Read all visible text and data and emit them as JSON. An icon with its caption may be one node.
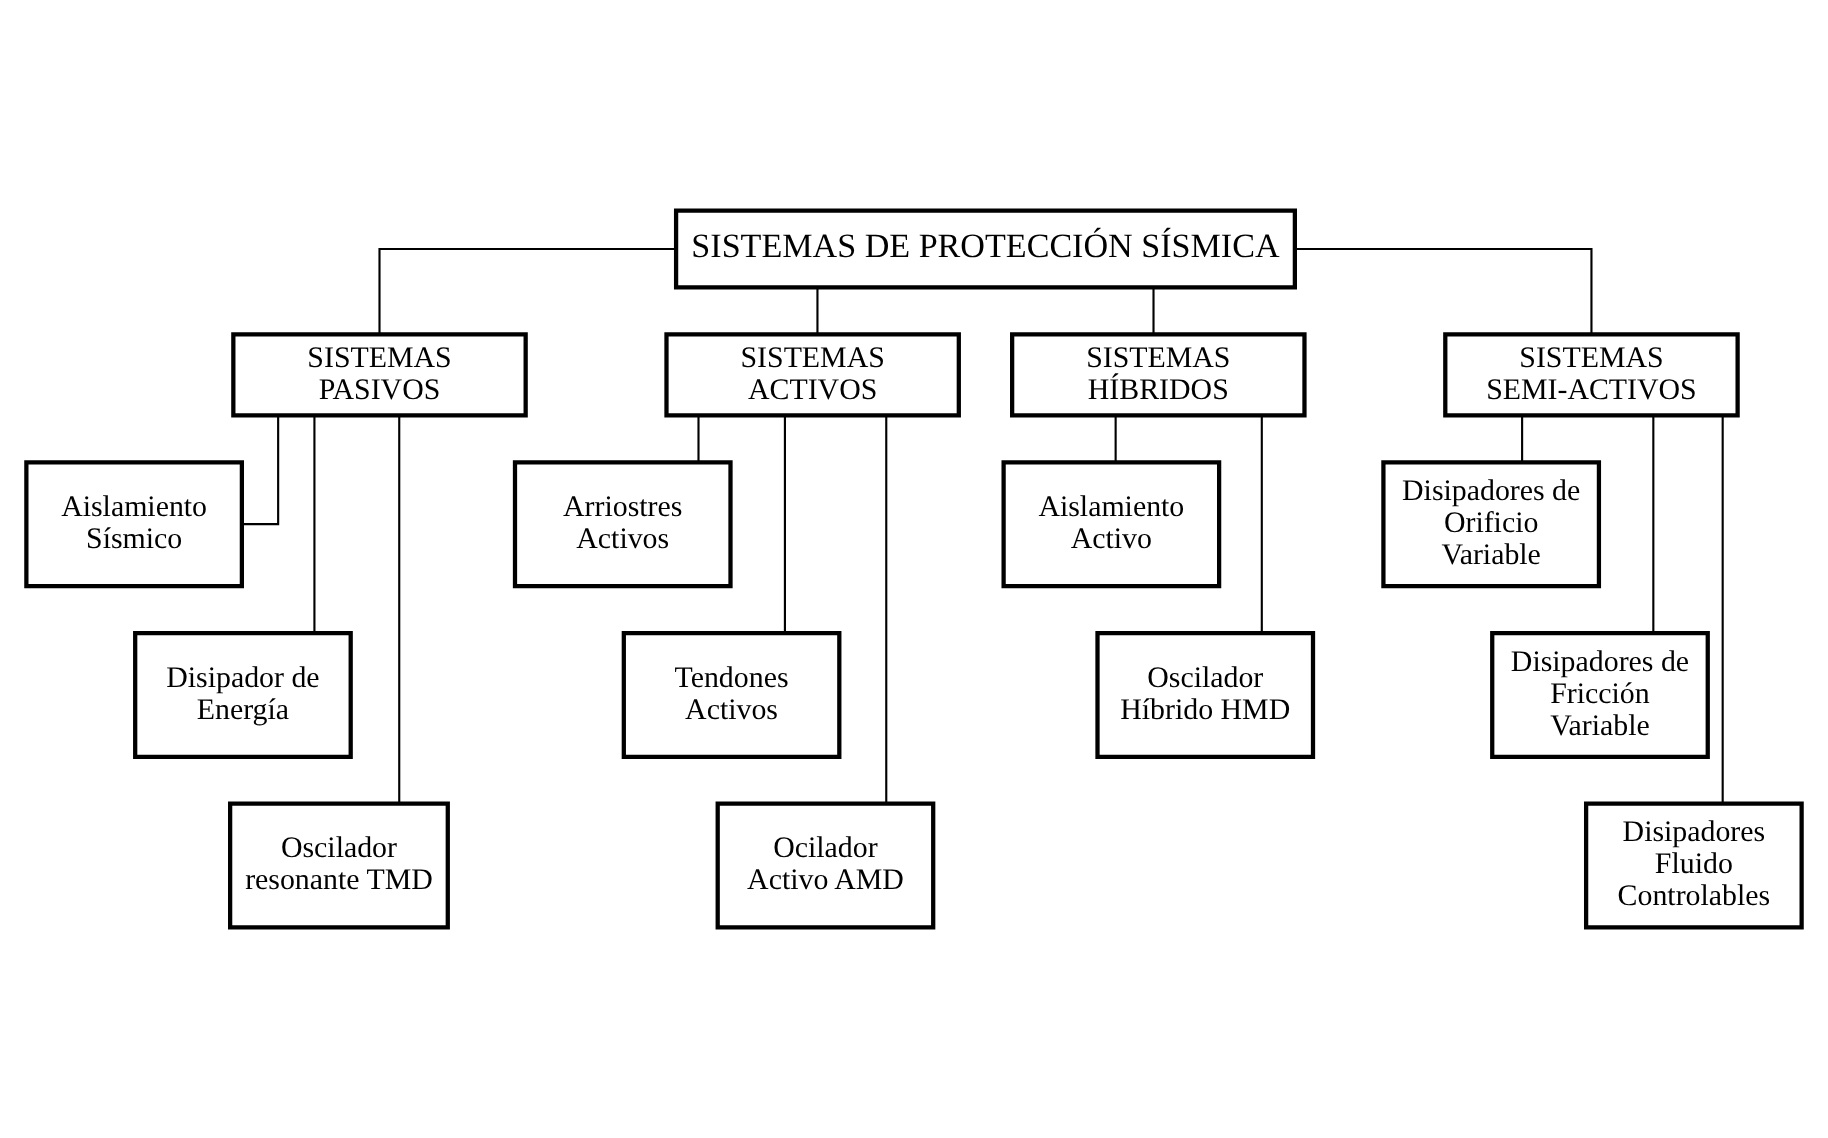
{
  "diagram": {
    "nodes": [
      {
        "text": [
          "SISTEMAS DE PROTECCIÓN SÍSMICA"
        ]
      },
      {
        "text": [
          "SISTEMAS PASIVOS"
        ]
      },
      {
        "text": [
          "SISTEMAS ACTIVOS"
        ]
      },
      {
        "text": [
          "SISTEMAS HÍBRIDOS"
        ]
      },
      {
        "text": [
          "SISTEMAS SEMI-ACTIVOS"
        ]
      },
      {
        "text": [
          "Aislamiento Sísmico"
        ]
      },
      {
        "text": [
          "Disipador de Energía"
        ]
      },
      {
        "text": [
          "Oscilador resonante TMD"
        ]
      },
      {
        "text": [
          "Arriostres Activos"
        ]
      },
      {
        "text": [
          "Tendones Activos"
        ]
      },
      {
        "text": [
          "Ocilador Activo AMD"
        ]
      },
      {
        "text": [
          "Aislamiento Activo"
        ]
      },
      {
        "text": [
          "Oscilador Híbrido HMD"
        ]
      },
      {
        "text": [
          "Disipadores de Orificio Variable"
        ]
      },
      {
        "text": [
          "Disipadores de Fricción Variable"
        ]
      },
      {
        "text": [
          "Disipadores Fluido Controlables"
        ]
      }
    ],
    "edges": [
      {
        "from": 0,
        "to": 1,
        "arrow": "none"
      },
      {
        "from": 0,
        "to": 2,
        "arrow": "none"
      },
      {
        "from": 0,
        "to": 3,
        "arrow": "none"
      },
      {
        "from": 0,
        "to": 4,
        "arrow": "none"
      },
      {
        "from": 1,
        "to": 5,
        "arrow": "none"
      },
      {
        "from": 1,
        "to": 6,
        "arrow": "none"
      },
      {
        "from": 1,
        "to": 7,
        "arrow": "none"
      },
      {
        "from": 2,
        "to": 8,
        "arrow": "none"
      },
      {
        "from": 2,
        "to": 9,
        "arrow": "none"
      },
      {
        "from": 2,
        "to": 10,
        "arrow": "none"
      },
      {
        "from": 3,
        "to": 11,
        "arrow": "none"
      },
      {
        "from": 3,
        "to": 12,
        "arrow": "none"
      },
      {
        "from": 4,
        "to": 13,
        "arrow": "none"
      },
      {
        "from": 4,
        "to": 14,
        "arrow": "none"
      },
      {
        "from": 4,
        "to": 15,
        "arrow": "none"
      }
    ]
  }
}
